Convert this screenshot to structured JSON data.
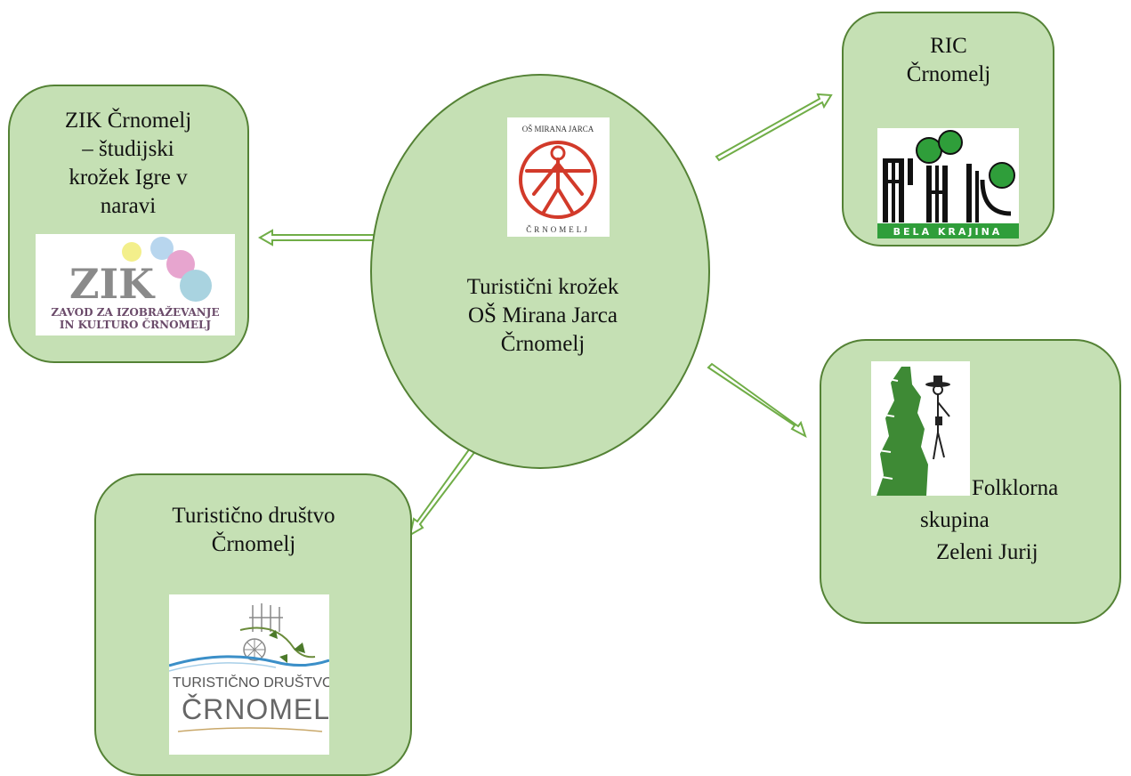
{
  "center": {
    "lines": [
      "Turistični krožek",
      "OŠ Mirana Jarca",
      "Črnomelj"
    ],
    "logo": {
      "top_text": "OŠ MIRANA JARCA",
      "bottom_text": "ČRNOMELJ"
    }
  },
  "zik": {
    "lines": [
      "ZIK Črnomelj",
      "– študijski",
      "krožek Igre v",
      "naravi"
    ],
    "logo": {
      "big": "ZIK",
      "line1": "ZAVOD ZA IZOBRAŽEVANJE",
      "line2": "IN KULTURO ČRNOMELJ"
    }
  },
  "ric": {
    "lines": [
      "RIC",
      "Črnomelj"
    ],
    "logo": {
      "band": "BELA KRAJINA"
    }
  },
  "td": {
    "lines": [
      "Turistično društvo",
      "Črnomelj"
    ],
    "logo": {
      "line1": "TURISTIČNO DRUŠTVO",
      "line2": "ČRNOMELJ"
    }
  },
  "folk": {
    "lines": [
      "Folklorna",
      "skupina",
      "Zeleni Jurij"
    ]
  },
  "colors": {
    "fill": "#c5e0b4",
    "stroke": "#548235",
    "arrow": "#70ad47"
  }
}
